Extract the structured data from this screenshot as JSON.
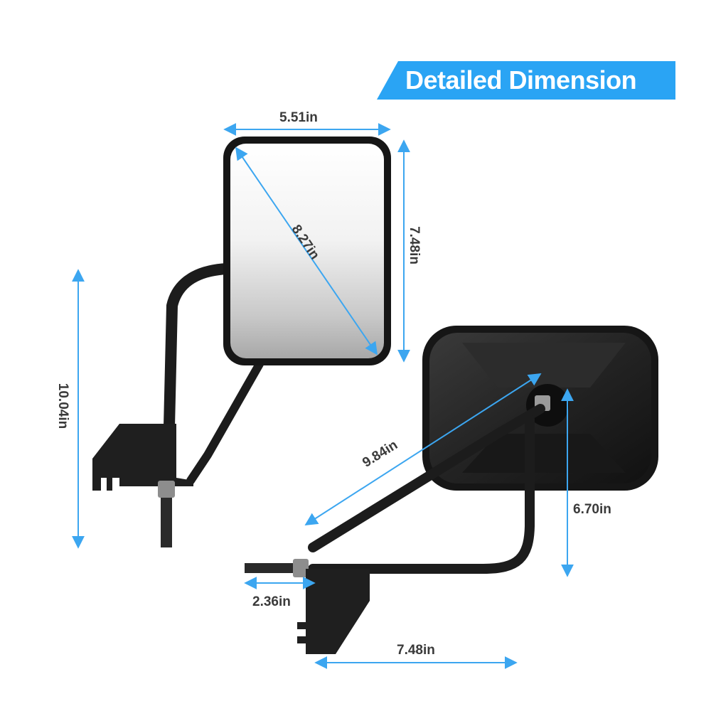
{
  "title": "Detailed Dimension",
  "colors": {
    "accent": "#2aa4f4",
    "arrow": "#3ca6f0",
    "metal": "#1c1c1c",
    "label": "#3a3a3a"
  },
  "dimensions": {
    "mirror_width": "5.51in",
    "mirror_height": "7.48in",
    "mirror_diagonal": "8.27in",
    "total_height": "10.04in",
    "arm_length": "9.84in",
    "arm_drop": "6.70in",
    "bolt_offset": "2.36in",
    "base_width": "7.48in"
  }
}
